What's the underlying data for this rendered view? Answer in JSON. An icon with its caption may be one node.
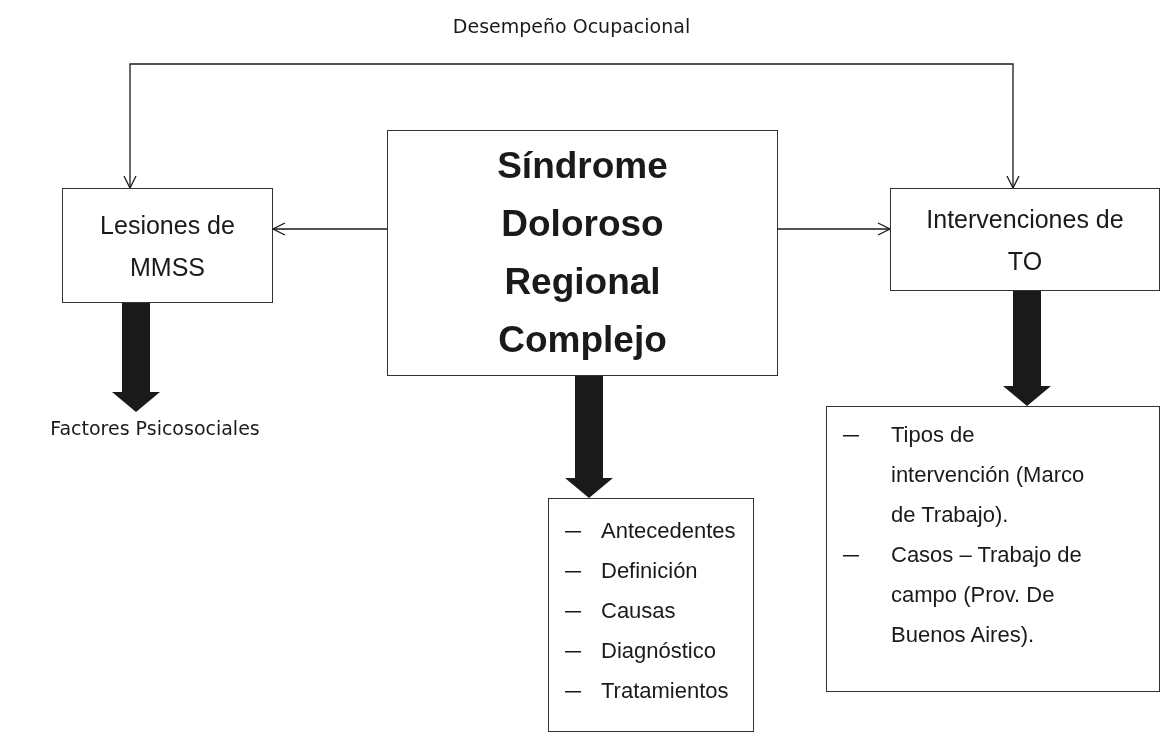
{
  "diagram": {
    "nodes": [
      {
        "text": [
          "Síndrome Doloroso Regional Complejo"
        ]
      },
      {
        "text": [
          "Lesiones de MMSS"
        ]
      },
      {
        "text": [
          "Intervenciones de TO"
        ]
      },
      {
        "text": [
          "Factores Psicosociales"
        ]
      },
      {
        "text": [
          "Antecedentes",
          "Definición",
          "Causas",
          "Diagnóstico",
          "Tratamientos"
        ]
      },
      {
        "text": [
          "Tipos de intervención (Marco de Trabajo).",
          "Casos – Trabajo de campo (Prov. De Buenos Aires)."
        ]
      }
    ],
    "edges": [
      {
        "from": 0,
        "to": 1,
        "arrow": "to"
      },
      {
        "from": 0,
        "to": 2,
        "arrow": "to"
      },
      {
        "from": 1,
        "to": 2,
        "arrow": "both",
        "label": "Desempeño Ocupacional"
      },
      {
        "from": 1,
        "to": 3,
        "arrow": "to",
        "style": "thick"
      },
      {
        "from": 0,
        "to": 4,
        "arrow": "to",
        "style": "thick"
      },
      {
        "from": 2,
        "to": 5,
        "arrow": "to",
        "style": "thick"
      }
    ]
  }
}
